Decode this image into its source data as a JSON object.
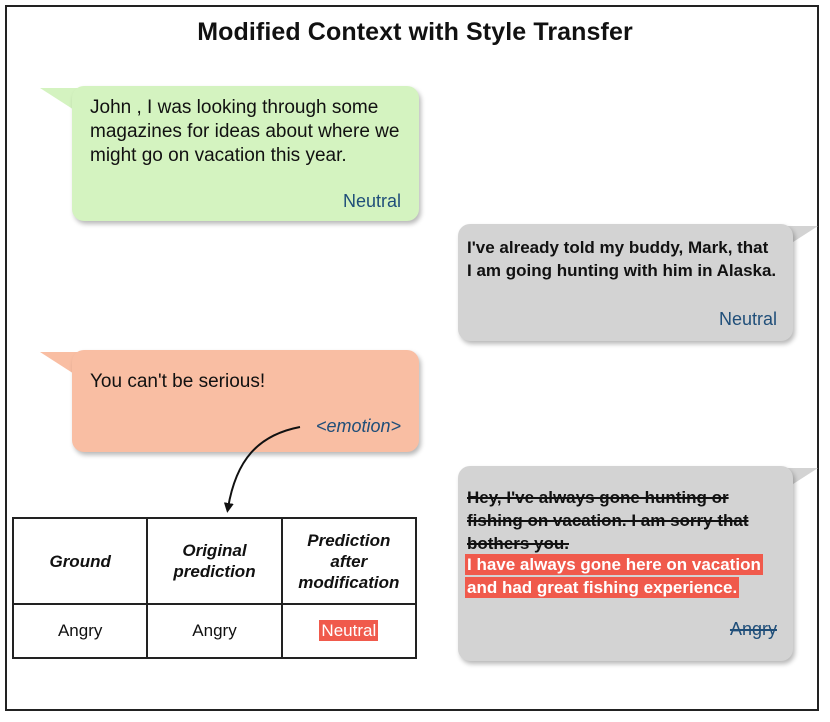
{
  "title": "Modified Context with Style Transfer",
  "bubbles": {
    "first": {
      "text": "John , I was looking through some magazines for ideas about where we might go on vacation this year.",
      "emotion": "Neutral"
    },
    "second": {
      "text": "I've already told my buddy, Mark, that I am going hunting with him in Alaska.",
      "emotion": "Neutral"
    },
    "third": {
      "text": "You can't be serious!",
      "emotion": "<emotion>"
    },
    "fourth": {
      "struck_text": "Hey, I've always gone hunting or fishing on vacation. I am sorry that bothers you.",
      "new_text": "I have always gone here on vacation and had great fishing experience.",
      "emotion": "Angry"
    }
  },
  "table": {
    "headers": [
      "Ground",
      "Original prediction",
      "Prediction after modification"
    ],
    "row": [
      "Angry",
      "Angry",
      "Neutral"
    ]
  },
  "colors": {
    "green_bubble": "#d4f3c0",
    "gray_bubble": "#d3d3d3",
    "salmon_bubble": "#f9bea3",
    "highlight": "#f05a4c",
    "emotion_text": "#1f4e79"
  }
}
